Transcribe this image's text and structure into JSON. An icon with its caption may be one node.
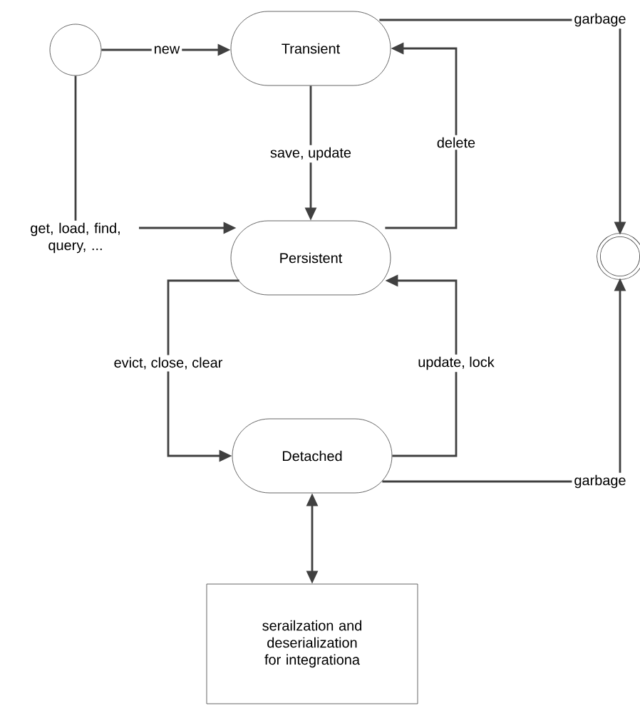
{
  "diagram": {
    "nodes": [
      {
        "text": [],
        "shape": "circle"
      },
      {
        "text": [
          "Transient"
        ]
      },
      {
        "text": [
          "Persistent"
        ]
      },
      {
        "text": [
          "Detached"
        ]
      },
      {
        "text": [],
        "shape": "circle"
      },
      {
        "text": [
          "serailzation and deserialization for integrationa"
        ]
      }
    ],
    "edges": [
      {
        "from": 0,
        "to": 1,
        "arrow": "to",
        "label": "new"
      },
      {
        "from": 0,
        "to": 2,
        "arrow": "to",
        "label": "get, load, find, query, ..."
      },
      {
        "from": 1,
        "to": 2,
        "arrow": "to",
        "label": "save, update"
      },
      {
        "from": 2,
        "to": 1,
        "arrow": "to",
        "label": "delete"
      },
      {
        "from": 1,
        "to": 4,
        "arrow": "to",
        "label": "garbage"
      },
      {
        "from": 2,
        "to": 3,
        "arrow": "to",
        "label": "evict, close, clear"
      },
      {
        "from": 3,
        "to": 2,
        "arrow": "to",
        "label": "update, lock"
      },
      {
        "from": 3,
        "to": 4,
        "arrow": "to",
        "label": "garbage"
      },
      {
        "from": 3,
        "to": 5,
        "arrow": "both"
      }
    ]
  }
}
